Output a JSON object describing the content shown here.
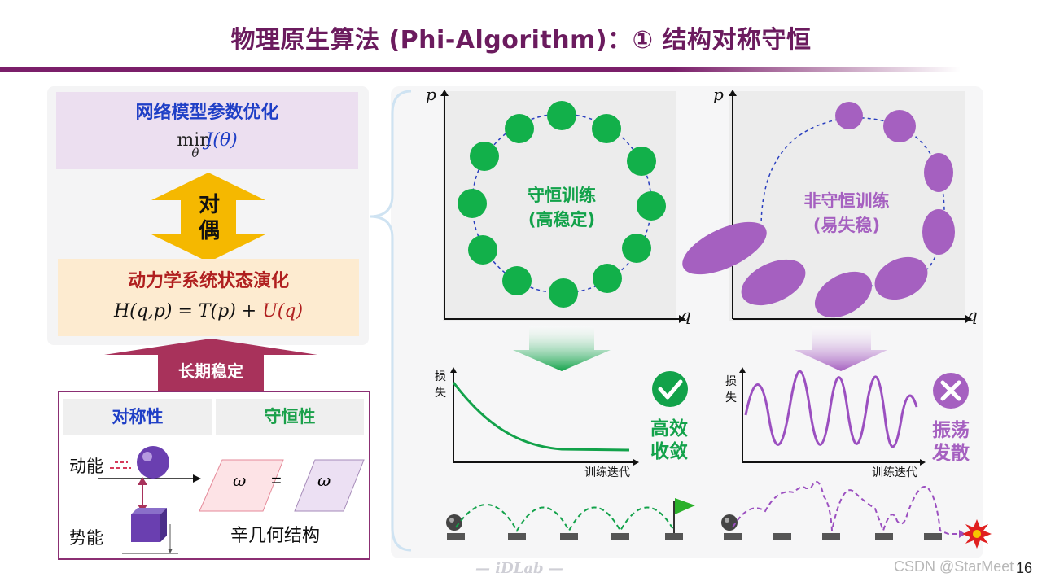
{
  "title": "物理原生算法 (Phi-Algorithm)：① 结构对称守恒",
  "left": {
    "optimization": {
      "title": "网络模型参数优化",
      "formula_op": "min",
      "formula_sub": "θ",
      "formula_fn": "J(θ)"
    },
    "duality_label": "对偶",
    "dynamics": {
      "title": "动力学系统状态演化",
      "formula_lhs": "H(q,p) = T(p) + ",
      "formula_rhs": "U(q)"
    },
    "long_term_label": "长期稳定",
    "symmetry_head": "对称性",
    "conservation_head": "守恒性",
    "kinetic_label": "动能",
    "potential_label": "势能",
    "omega_left": "ω",
    "equals": "=",
    "omega_right": "ω",
    "symplectic_label": "辛几何结构"
  },
  "right": {
    "conservative": {
      "label_line1": "守恒训练",
      "label_line2": "(高稳定)",
      "axis_p": "p",
      "axis_q": "q",
      "loss_label": "损失",
      "iter_label": "训练迭代",
      "verdict_line1": "高效",
      "verdict_line2": "收敛"
    },
    "nonconservative": {
      "label_line1": "非守恒训练",
      "label_line2": "(易失稳)",
      "axis_p": "p",
      "axis_q": "q",
      "loss_label": "损失",
      "iter_label": "训练迭代",
      "verdict_line1": "振荡",
      "verdict_line2": "发散"
    }
  },
  "colors": {
    "title": "#6b1b5e",
    "blue": "#1f3fc6",
    "red": "#b01f1f",
    "green": "#12a24a",
    "purple": "#a560c0",
    "gold": "#f5b800"
  },
  "icons": [
    "check-icon",
    "cross-icon",
    "flag-icon",
    "explosion-icon"
  ],
  "footer": {
    "logo": "— iDLab —",
    "watermark": "CSDN @StarMeet",
    "page": "16"
  }
}
